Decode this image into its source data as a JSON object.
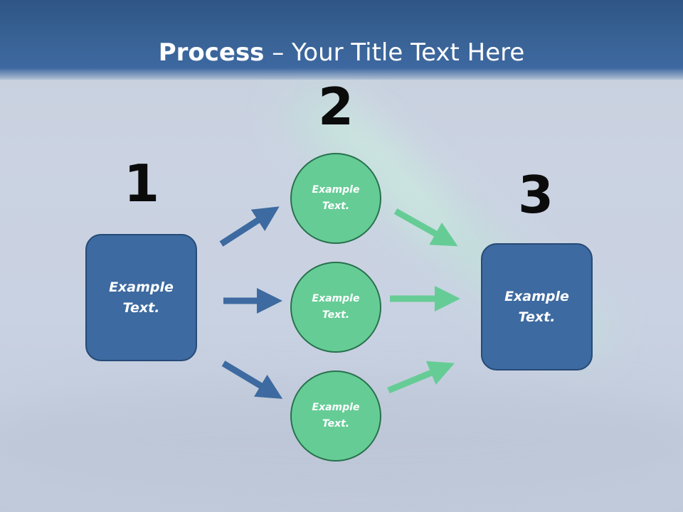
{
  "slide": {
    "title_bold": "Process",
    "title_rest": " – Your Title Text Here"
  },
  "steps": [
    {
      "number": "1",
      "boxes": [
        "Example\nText."
      ]
    },
    {
      "number": "2",
      "circles": [
        "Example\nText.",
        "Example\nText.",
        "Example\nText."
      ]
    },
    {
      "number": "3",
      "boxes": [
        "Example\nText."
      ]
    }
  ],
  "colors": {
    "header": "#3a6497",
    "box_fill": "#3d6aa0",
    "circle_fill": "#66cc96",
    "arrow_blue": "#3d6aa0",
    "arrow_green": "#66cc96"
  }
}
